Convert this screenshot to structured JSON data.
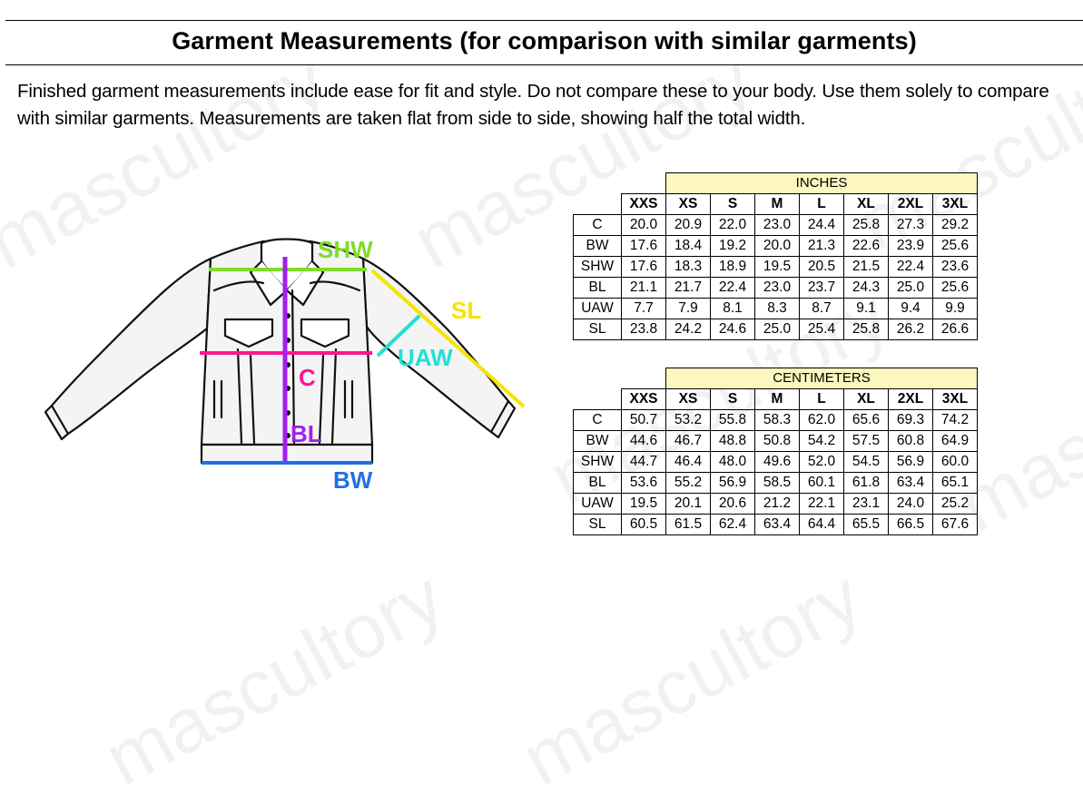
{
  "title": "Garment Measurements (for comparison with similar garments)",
  "intro": "Finished garment measurements include ease for fit and style. Do not compare these to your body. Use them solely to compare with similar garments. Measurements are taken flat from side to side, showing half the total width.",
  "watermark": "mascultory",
  "diagram": {
    "labels": {
      "shw": "SHW",
      "sl": "SL",
      "uaw": "UAW",
      "c": "C",
      "bl": "BL",
      "bw": "BW"
    },
    "colors": {
      "shw": "#7fdc28",
      "sl": "#f5e400",
      "uaw": "#22e0d2",
      "c": "#ff1493",
      "bl": "#a020f0",
      "bw": "#1e6fe8"
    }
  },
  "tables": {
    "inches": {
      "unit": "INCHES",
      "sizes": [
        "XXS",
        "XS",
        "S",
        "M",
        "L",
        "XL",
        "2XL",
        "3XL"
      ],
      "rows": [
        {
          "label": "C",
          "values": [
            "20.0",
            "20.9",
            "22.0",
            "23.0",
            "24.4",
            "25.8",
            "27.3",
            "29.2"
          ]
        },
        {
          "label": "BW",
          "values": [
            "17.6",
            "18.4",
            "19.2",
            "20.0",
            "21.3",
            "22.6",
            "23.9",
            "25.6"
          ]
        },
        {
          "label": "SHW",
          "values": [
            "17.6",
            "18.3",
            "18.9",
            "19.5",
            "20.5",
            "21.5",
            "22.4",
            "23.6"
          ]
        },
        {
          "label": "BL",
          "values": [
            "21.1",
            "21.7",
            "22.4",
            "23.0",
            "23.7",
            "24.3",
            "25.0",
            "25.6"
          ]
        },
        {
          "label": "UAW",
          "values": [
            "7.7",
            "7.9",
            "8.1",
            "8.3",
            "8.7",
            "9.1",
            "9.4",
            "9.9"
          ]
        },
        {
          "label": "SL",
          "values": [
            "23.8",
            "24.2",
            "24.6",
            "25.0",
            "25.4",
            "25.8",
            "26.2",
            "26.6"
          ]
        }
      ]
    },
    "centimeters": {
      "unit": "CENTIMETERS",
      "sizes": [
        "XXS",
        "XS",
        "S",
        "M",
        "L",
        "XL",
        "2XL",
        "3XL"
      ],
      "rows": [
        {
          "label": "C",
          "values": [
            "50.7",
            "53.2",
            "55.8",
            "58.3",
            "62.0",
            "65.6",
            "69.3",
            "74.2"
          ]
        },
        {
          "label": "BW",
          "values": [
            "44.6",
            "46.7",
            "48.8",
            "50.8",
            "54.2",
            "57.5",
            "60.8",
            "64.9"
          ]
        },
        {
          "label": "SHW",
          "values": [
            "44.7",
            "46.4",
            "48.0",
            "49.6",
            "52.0",
            "54.5",
            "56.9",
            "60.0"
          ]
        },
        {
          "label": "BL",
          "values": [
            "53.6",
            "55.2",
            "56.9",
            "58.5",
            "60.1",
            "61.8",
            "63.4",
            "65.1"
          ]
        },
        {
          "label": "UAW",
          "values": [
            "19.5",
            "20.1",
            "20.6",
            "21.2",
            "22.1",
            "23.1",
            "24.0",
            "25.2"
          ]
        },
        {
          "label": "SL",
          "values": [
            "60.5",
            "61.5",
            "62.4",
            "63.4",
            "64.4",
            "65.5",
            "66.5",
            "67.6"
          ]
        }
      ]
    }
  }
}
